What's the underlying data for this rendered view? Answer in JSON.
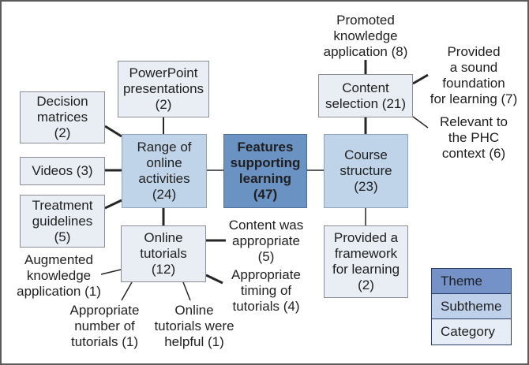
{
  "diagram": {
    "theme": {
      "label": "Features\nsupporting\nlearning\n(47)",
      "name": "Features supporting learning",
      "count": 47
    },
    "subthemes": [
      {
        "id": "range",
        "label": "Range of\nonline\nactivities\n(24)",
        "name": "Range of online activities",
        "count": 24
      },
      {
        "id": "course",
        "label": "Course\nstructure\n(23)",
        "name": "Course structure",
        "count": 23
      }
    ],
    "categories": [
      {
        "id": "content-selection",
        "label": "Content\nselection (21)",
        "name": "Content selection",
        "count": 21,
        "parent": "course"
      },
      {
        "id": "framework",
        "label": "Provided a\nframework\nfor learning\n(2)",
        "name": "Provided a framework for learning",
        "count": 2,
        "parent": "course"
      },
      {
        "id": "powerpoint",
        "label": "PowerPoint\npresentations\n(2)",
        "name": "PowerPoint presentations",
        "count": 2,
        "parent": "range"
      },
      {
        "id": "decision",
        "label": "Decision\nmatrices\n(2)",
        "name": "Decision matrices",
        "count": 2,
        "parent": "range"
      },
      {
        "id": "videos",
        "label": "Videos (3)",
        "name": "Videos",
        "count": 3,
        "parent": "range"
      },
      {
        "id": "treatment",
        "label": "Treatment\nguidelines\n(5)",
        "name": "Treatment guidelines",
        "count": 5,
        "parent": "range"
      },
      {
        "id": "tutorials",
        "label": "Online\ntutorials\n(12)",
        "name": "Online tutorials",
        "count": 12,
        "parent": "range"
      }
    ],
    "codes": [
      {
        "id": "promoted",
        "label": "Promoted\nknowledge\napplication (8)",
        "parent": "content-selection"
      },
      {
        "id": "sound",
        "label": "Provided\na sound\nfoundation\nfor learning (7)",
        "parent": "content-selection"
      },
      {
        "id": "relevant",
        "label": "Relevant to\nthe PHC\ncontext (6)",
        "parent": "content-selection"
      },
      {
        "id": "appropriate",
        "label": "Content was\nappropriate\n(5)",
        "parent": "tutorials"
      },
      {
        "id": "timing",
        "label": "Appropriate\ntiming of\ntutorials (4)",
        "parent": "tutorials"
      },
      {
        "id": "augmented",
        "label": "Augmented\nknowledge\napplication (1)",
        "parent": "tutorials"
      },
      {
        "id": "number",
        "label": "Appropriate\nnumber of\ntutorials (1)",
        "parent": "tutorials"
      },
      {
        "id": "helpful",
        "label": "Online\ntutorials were\nhelpful (1)",
        "parent": "tutorials"
      }
    ]
  },
  "legend": {
    "items": [
      {
        "label": "Theme",
        "color": "#7592c8"
      },
      {
        "label": "Subtheme",
        "color": "#bfd0ea"
      },
      {
        "label": "Category",
        "color": "#e6edf7"
      }
    ]
  }
}
